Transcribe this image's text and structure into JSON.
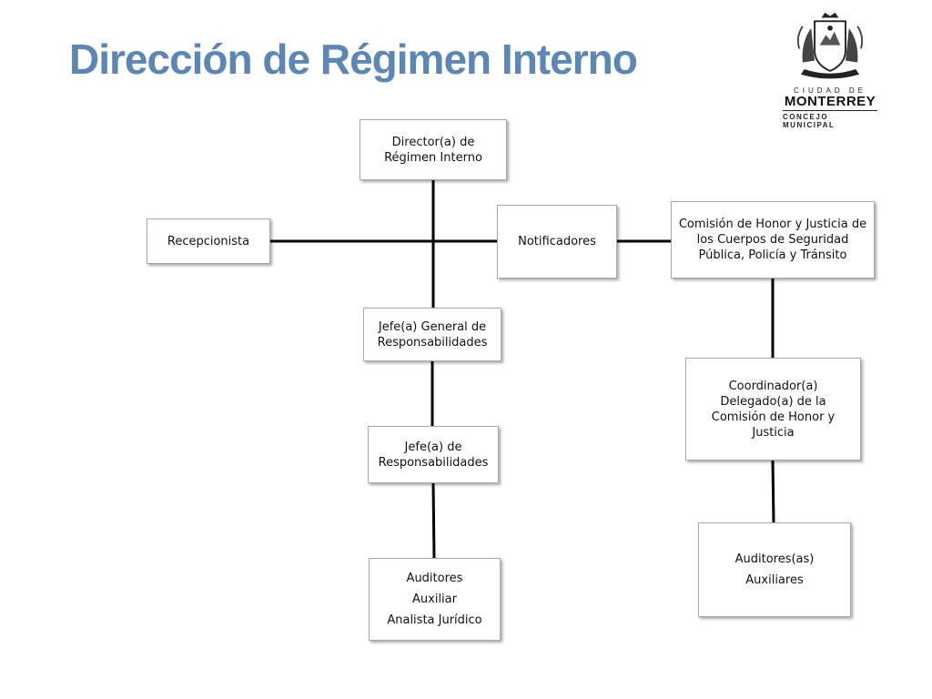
{
  "title": "Dirección de Régimen Interno",
  "logo": {
    "line1": "CIUDAD DE",
    "line2": "MONTERREY",
    "line3": "CONCEJO MUNICIPAL"
  },
  "org_chart": {
    "director": "Director(a) de Régimen Interno",
    "recepcionista": "Recepcionista",
    "notificadores": "Notificadores",
    "comision": "Comisión de Honor y Justicia de los Cuerpos de Seguridad Pública, Policía y Tránsito",
    "jefe_general": "Jefe(a) General de Responsabilidades",
    "jefe": "Jefe(a) de Responsabilidades",
    "auditores_left": [
      "Auditores",
      "Auxiliar",
      "Analista Jurídico"
    ],
    "coordinador": "Coordinador(a) Delegado(a) de la Comisión de Honor y Justicia",
    "auditores_right": [
      "Auditores(as)",
      "Auxiliares"
    ]
  },
  "colors": {
    "title": "#5b86b5",
    "connector": "#000000",
    "box_border": "#a8a8a8"
  }
}
